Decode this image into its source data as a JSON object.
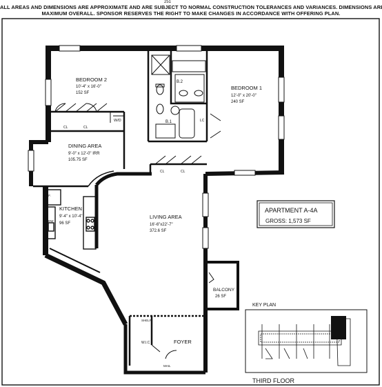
{
  "header": {
    "page_number": "251",
    "disclaimer_line1": "ALL AREAS AND DIMENSIONS ARE APPROXIMATE AND ARE SUBJECT TO NORMAL CONSTRUCTION TOLERANCES AND VARIANCES. DIMENSIONS ARE",
    "disclaimer_line2": "MAXIMUM OVERALL. SPONSOR RESERVES THE RIGHT TO MAKE CHANGES IN ACCORDANCE WITH OFFERING PLAN."
  },
  "rooms": {
    "bedroom2": {
      "name": "BEDROOM 2",
      "dims": "10'-4\" x 16'-0\"",
      "area": "152 SF"
    },
    "bedroom1": {
      "name": "BEDROOM 1",
      "dims": "12'-0\" x 20'-0\"",
      "area": "240 SF"
    },
    "dining": {
      "name": "DINING AREA",
      "dims": "9'-0\" x 12'-0\" IRR",
      "area": "105.75 SF"
    },
    "kitchen": {
      "name": "KITCHEN",
      "dims": "9'-4\" x 10'-4\"",
      "area": "96 SF"
    },
    "living": {
      "name": "LIVING AREA",
      "dims": "16'-6\"x22'-7\"",
      "area": "372.6 SF"
    },
    "balcony": {
      "name": "BALCONY",
      "area": "26 SF"
    },
    "foyer": {
      "name": "FOYER"
    }
  },
  "small_labels": {
    "closet": "CL",
    "lin_closet": "LC",
    "bath2": "B.2",
    "bath1": "B.1",
    "washer_dryer": "W/D",
    "refrigerator": "REF.",
    "dishwasher": "DW",
    "walk_in_closet": "W.I.C",
    "shelf": "SHELF",
    "mail": "MAIL"
  },
  "apartment": {
    "name": "APARTMENT A-4A",
    "gross": "GROSS: 1,573 SF"
  },
  "key_plan": {
    "title": "KEY PLAN",
    "floor": "THIRD FLOOR"
  }
}
